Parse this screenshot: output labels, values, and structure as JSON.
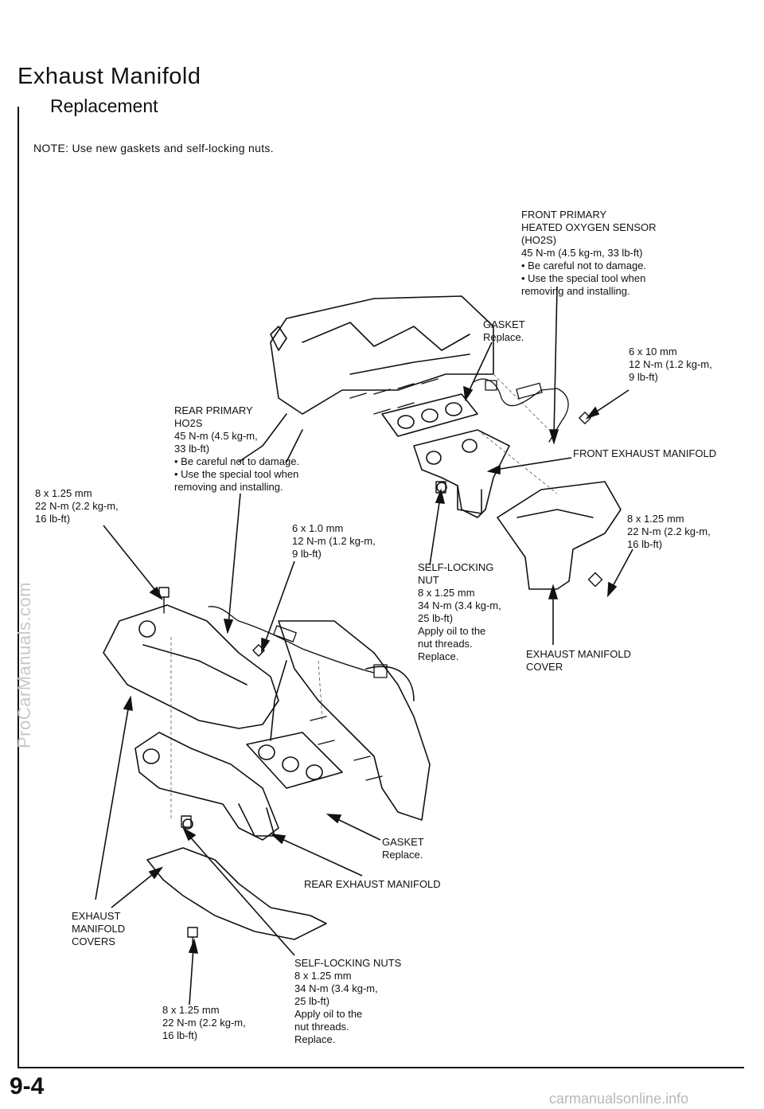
{
  "title": "Exhaust Manifold",
  "subtitle": "Replacement",
  "note": "NOTE:  Use new gaskets and self-locking nuts.",
  "labels": {
    "front_ho2s": "FRONT PRIMARY\nHEATED OXYGEN SENSOR\n(HO2S)\n45 N-m (4.5 kg-m, 33 lb-ft)\n• Be careful not to damage.\n• Use the special tool when\n   removing and installing.",
    "gasket_top": "GASKET\nReplace.",
    "bolt_6x10": "6 x 10 mm\n12 N-m (1.2 kg-m,\n9 lb-ft)",
    "rear_ho2s": "REAR PRIMARY\nHO2S\n45 N-m (4.5 kg-m,\n33 lb-ft)\n• Be careful not to damage.\n• Use the special tool when\n   removing and installing.",
    "front_exhaust_manifold": "FRONT EXHAUST MANIFOLD",
    "bolt_left": "8 x 1.25 mm\n22 N-m (2.2 kg-m,\n16 lb-ft)",
    "bolt_6x1": "6 x 1.0 mm\n12 N-m (1.2 kg-m,\n9 lb-ft)",
    "bolt_right": "8 x 1.25 mm\n22 N-m (2.2 kg-m,\n16 lb-ft)",
    "self_locking_nut": "SELF-LOCKING\nNUT\n8 x 1.25 mm\n34 N-m (3.4 kg-m,\n25 lb-ft)\nApply oil to the\nnut threads.\nReplace.",
    "exhaust_manifold_cover": "EXHAUST MANIFOLD\nCOVER",
    "gasket_bottom": "GASKET\nReplace.",
    "rear_exhaust_manifold": "REAR EXHAUST MANIFOLD",
    "exhaust_manifold_covers": "EXHAUST\nMANIFOLD\nCOVERS",
    "self_locking_nuts": "SELF-LOCKING NUTS\n8 x 1.25 mm\n34 N-m (3.4 kg-m,\n25 lb-ft)\nApply oil to the\nnut threads.\nReplace.",
    "bolt_bottom": "8 x 1.25 mm\n22 N-m (2.2 kg-m,\n16 lb-ft)"
  },
  "page_number": "9-4",
  "footer": "carmanualsonline.info",
  "watermark": "ProCarManuals.com"
}
